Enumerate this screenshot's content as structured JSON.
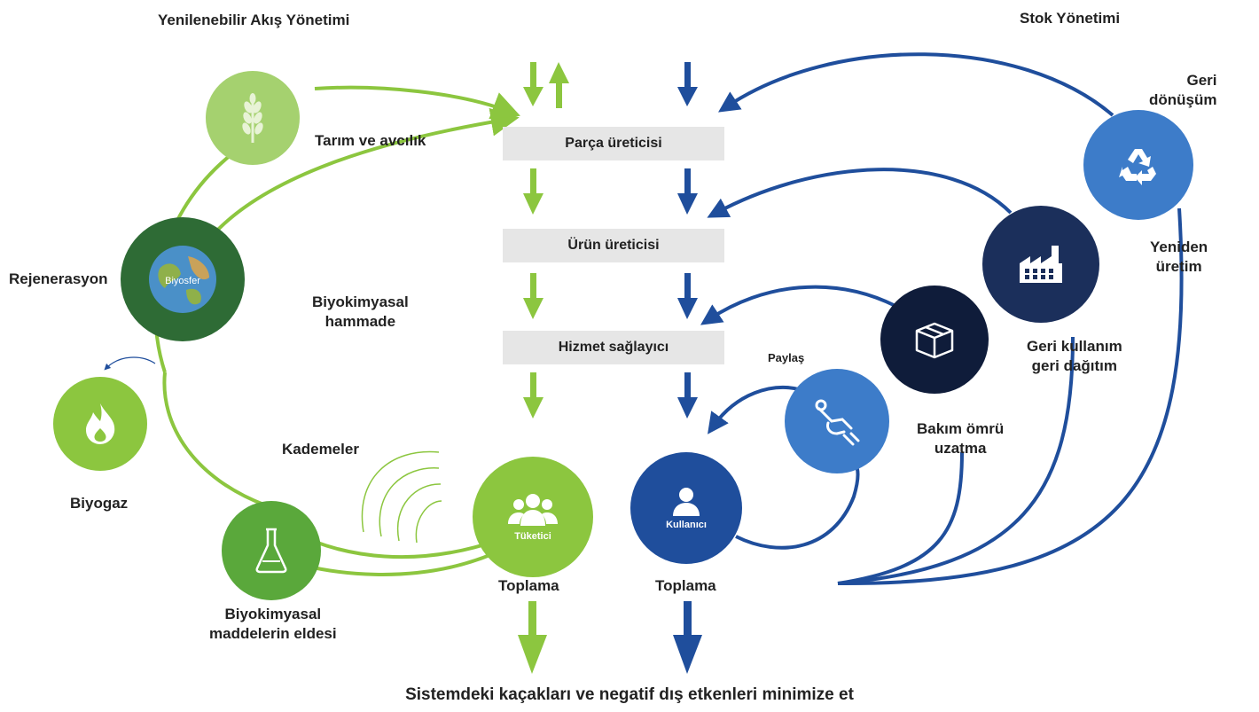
{
  "colors": {
    "green_light": "#8cc63f",
    "green_mid": "#6db33f",
    "green_dark": "#2e7d32",
    "green_darker": "#3e8e41",
    "blue": "#1f4e9c",
    "blue_light": "#3d7cc9",
    "navy": "#1b2f5b",
    "navy_dark": "#0f1c3a",
    "bar_gray": "#e6e6e6"
  },
  "headers": {
    "left": "Yenilenebilir Akış Yönetimi",
    "right": "Stok Yönetimi"
  },
  "center": {
    "part_maker": "Parça üreticisi",
    "product_maker": "Ürün üreticisi",
    "service_provider": "Hizmet sağlayıcı"
  },
  "left": {
    "agriculture": "Tarım ve avcılık",
    "regeneration": "Rejenerasyon",
    "biosphere": "Biyosfer",
    "biochemical_feedstock_1": "Biyokimyasal",
    "biochemical_feedstock_2": "hammade",
    "biogas": "Biyogaz",
    "cascades": "Kademeler",
    "extraction_1": "Biyokimyasal",
    "extraction_2": "maddelerin eldesi",
    "consumer": "Tüketici",
    "collection": "Toplama"
  },
  "right": {
    "recycle_1": "Geri",
    "recycle_2": "dönüşüm",
    "remanufacture_1": "Yeniden",
    "remanufacture_2": "üretim",
    "reuse_1": "Geri kullanım",
    "reuse_2": "geri dağıtım",
    "maintenance_1": "Bakım ömrü",
    "maintenance_2": "uzatma",
    "share": "Paylaş",
    "user": "Kullanıcı",
    "collection": "Toplama"
  },
  "footer": "Sistemdeki kaçakları ve negatif dış etkenleri minimize et",
  "icons": {
    "agriculture": "wheat-icon",
    "biosphere": "globe-icon",
    "biogas": "flame-icon",
    "extraction": "flask-icon",
    "consumer": "people-icon",
    "user": "person-icon",
    "recycle": "recycle-icon",
    "factory": "factory-icon",
    "box": "box-icon",
    "share": "wrench-hand-icon"
  }
}
